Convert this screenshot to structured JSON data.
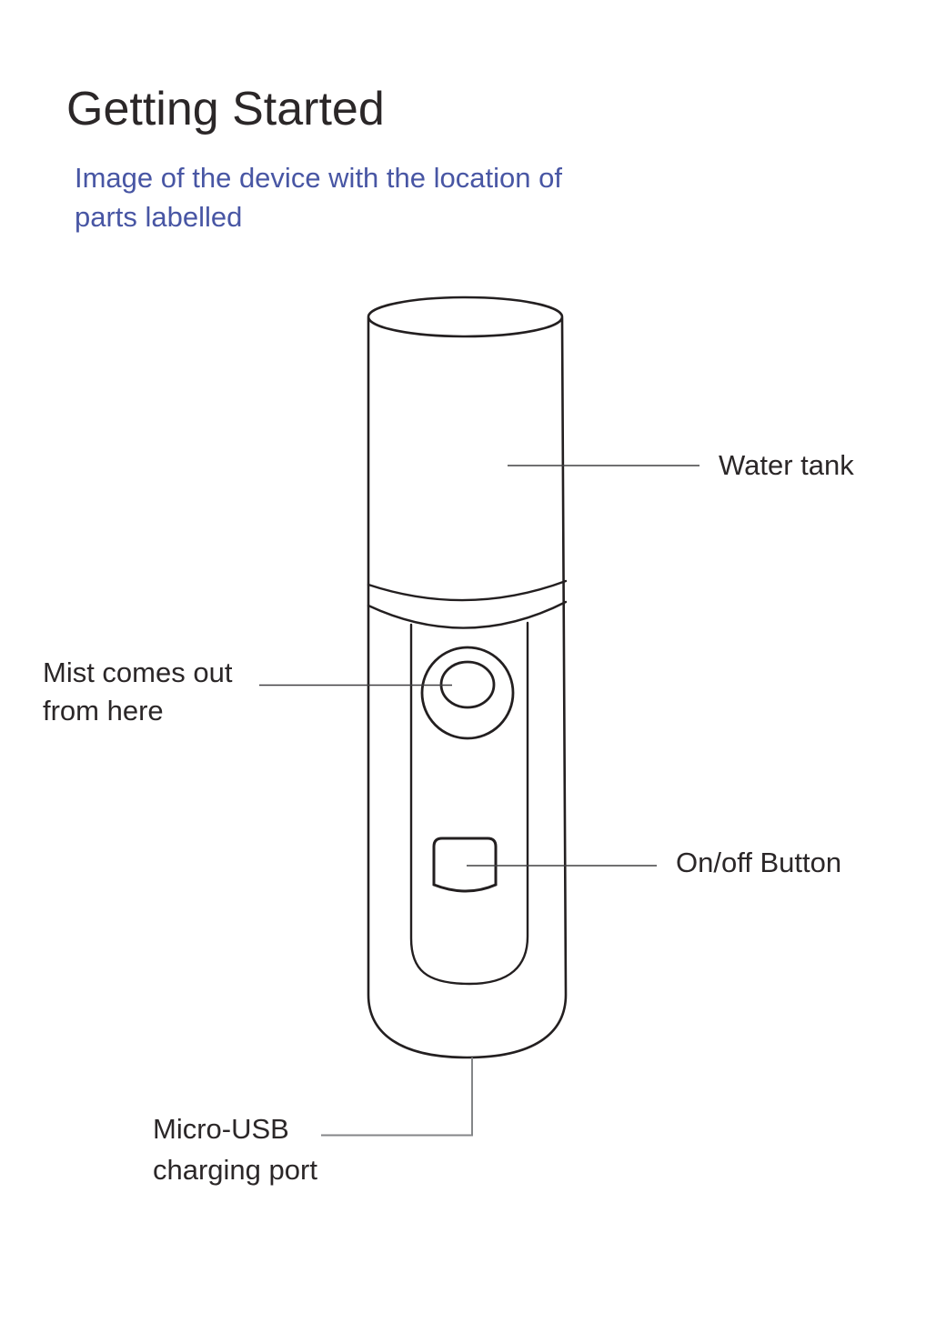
{
  "page": {
    "title": "Getting Started",
    "subtitle": "Image of the device with the location of\nparts labelled"
  },
  "labels": {
    "water_tank": "Water tank",
    "mist": "Mist comes out\nfrom here",
    "on_off": "On/off Button",
    "micro_usb": "Micro-USB\ncharging port"
  },
  "diagram": {
    "device": "handheld nano mist sprayer, line drawing",
    "parts": [
      {
        "name": "water-tank",
        "label": "Water tank"
      },
      {
        "name": "mist-nozzle",
        "label": "Mist comes out from here"
      },
      {
        "name": "power-button",
        "label": "On/off Button"
      },
      {
        "name": "micro-usb-port",
        "label": "Micro-USB charging port"
      }
    ]
  },
  "colors": {
    "title": "#2b2728",
    "subtitle": "#4856a4",
    "label": "#2b2728",
    "outline": "#231f20",
    "leader": "#414042",
    "leader_gray": "#848688"
  }
}
